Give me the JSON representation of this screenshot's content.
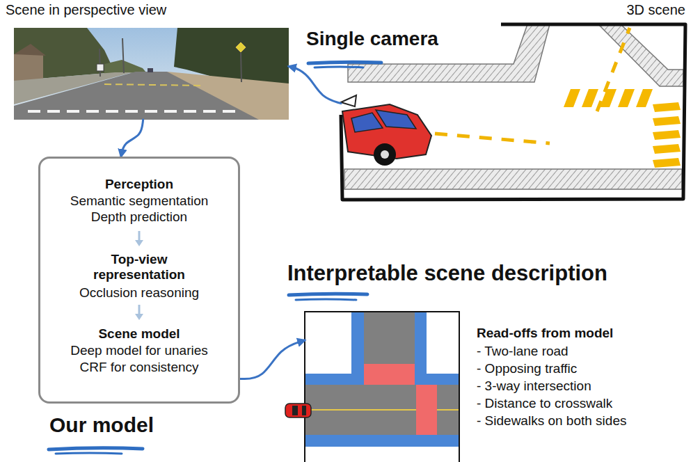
{
  "diagram": {
    "nodes": [
      {
        "text": [
          "Scene in perspective view"
        ]
      },
      {
        "text": [
          "3D scene"
        ]
      },
      {
        "text": [
          "Perception",
          "Semantic segmentation",
          "Depth prediction",
          "Top-view representation",
          "Occlusion reasoning",
          "Scene model",
          "Deep model for unaries",
          "CRF for consistency",
          "Our model"
        ]
      },
      {
        "text": [
          "Interpretable scene description"
        ]
      }
    ],
    "edges": [
      {
        "from": 1,
        "to": 0,
        "arrow": "to"
      },
      {
        "from": 0,
        "to": 2,
        "arrow": "to"
      },
      {
        "from": 2,
        "to": 3,
        "arrow": "to"
      }
    ],
    "labels": [
      "Single camera",
      "Read-offs from model",
      "- Two-lane road",
      "- Opposing traffic",
      "- 3-way intersection",
      "- Distance to crosswalk",
      "- Sidewalks on both sides"
    ]
  }
}
